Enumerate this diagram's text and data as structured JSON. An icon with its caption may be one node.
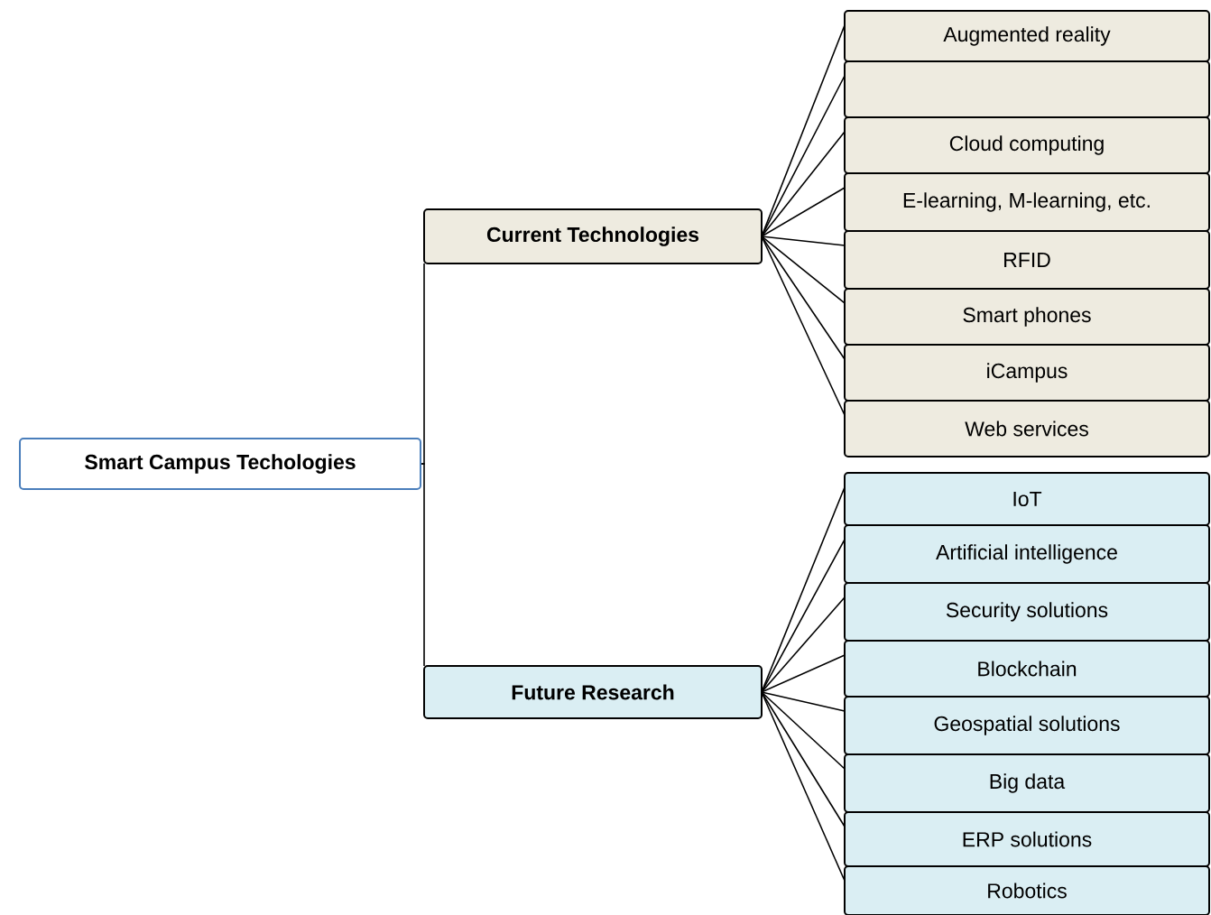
{
  "diagram": {
    "nodes": [
      {
        "text": [
          "Smart Campus Techologies"
        ]
      },
      {
        "text": [
          "Current Technologies"
        ]
      },
      {
        "text": [
          "Augmented reality"
        ]
      },
      {
        "text": [],
        "shape": "box"
      },
      {
        "text": [
          "Cloud computing"
        ]
      },
      {
        "text": [
          "E-learning, M-learning, etc."
        ]
      },
      {
        "text": [
          "RFID"
        ]
      },
      {
        "text": [
          "Smart phones"
        ]
      },
      {
        "text": [
          "iCampus"
        ]
      },
      {
        "text": [
          "Web services"
        ]
      },
      {
        "text": [
          "Future Research"
        ]
      },
      {
        "text": [
          "IoT"
        ]
      },
      {
        "text": [
          "Artificial intelligence"
        ]
      },
      {
        "text": [
          "Security solutions"
        ]
      },
      {
        "text": [
          "Blockchain"
        ]
      },
      {
        "text": [
          "Geospatial solutions"
        ]
      },
      {
        "text": [
          "Big data"
        ]
      },
      {
        "text": [
          "ERP solutions"
        ]
      },
      {
        "text": [
          "Robotics"
        ]
      }
    ],
    "edges": [
      {
        "from": 0,
        "to": 1,
        "arrow": "none"
      },
      {
        "from": 0,
        "to": 10,
        "arrow": "none"
      },
      {
        "from": 1,
        "to": 2,
        "arrow": "none"
      },
      {
        "from": 1,
        "to": 3,
        "arrow": "none"
      },
      {
        "from": 1,
        "to": 4,
        "arrow": "none"
      },
      {
        "from": 1,
        "to": 5,
        "arrow": "none"
      },
      {
        "from": 1,
        "to": 6,
        "arrow": "none"
      },
      {
        "from": 1,
        "to": 7,
        "arrow": "none"
      },
      {
        "from": 1,
        "to": 8,
        "arrow": "none"
      },
      {
        "from": 1,
        "to": 9,
        "arrow": "none"
      },
      {
        "from": 10,
        "to": 11,
        "arrow": "none"
      },
      {
        "from": 10,
        "to": 12,
        "arrow": "none"
      },
      {
        "from": 10,
        "to": 13,
        "arrow": "none"
      },
      {
        "from": 10,
        "to": 14,
        "arrow": "none"
      },
      {
        "from": 10,
        "to": 15,
        "arrow": "none"
      },
      {
        "from": 10,
        "to": 16,
        "arrow": "none"
      },
      {
        "from": 10,
        "to": 17,
        "arrow": "none"
      },
      {
        "from": 10,
        "to": 18,
        "arrow": "none"
      }
    ]
  }
}
